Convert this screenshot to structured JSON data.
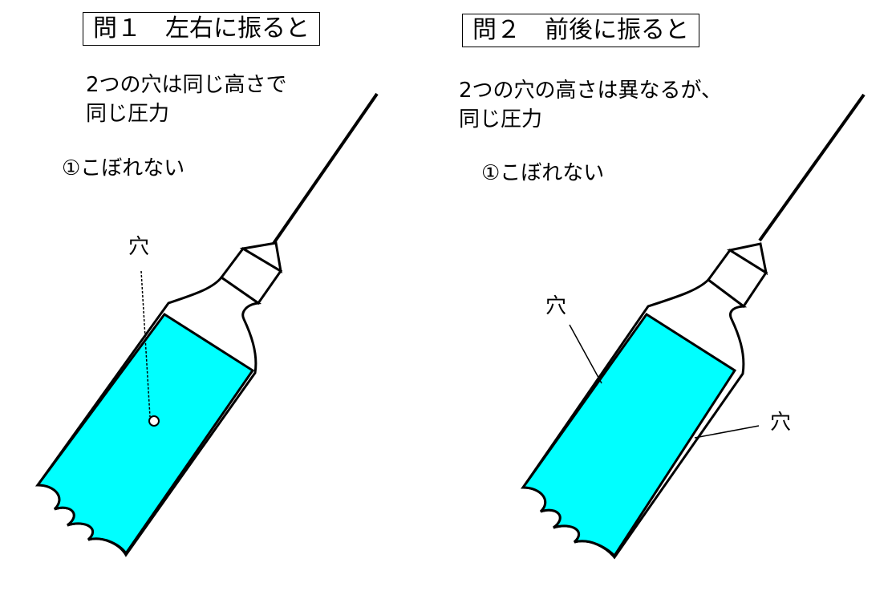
{
  "left": {
    "title": "問１　左右に振ると",
    "line1": "2つの穴は同じ高さで",
    "line2": "同じ圧力",
    "result": "①こぼれない",
    "hole_label": "穴"
  },
  "right": {
    "title": "問２　前後に振ると",
    "line1": "2つの穴の高さは異なるが、",
    "line2": "同じ圧力",
    "result": "①こぼれない",
    "hole_label_1": "穴",
    "hole_label_2": "穴"
  },
  "colors": {
    "water": "#00ffff",
    "outline": "#000000",
    "background": "#ffffff"
  }
}
